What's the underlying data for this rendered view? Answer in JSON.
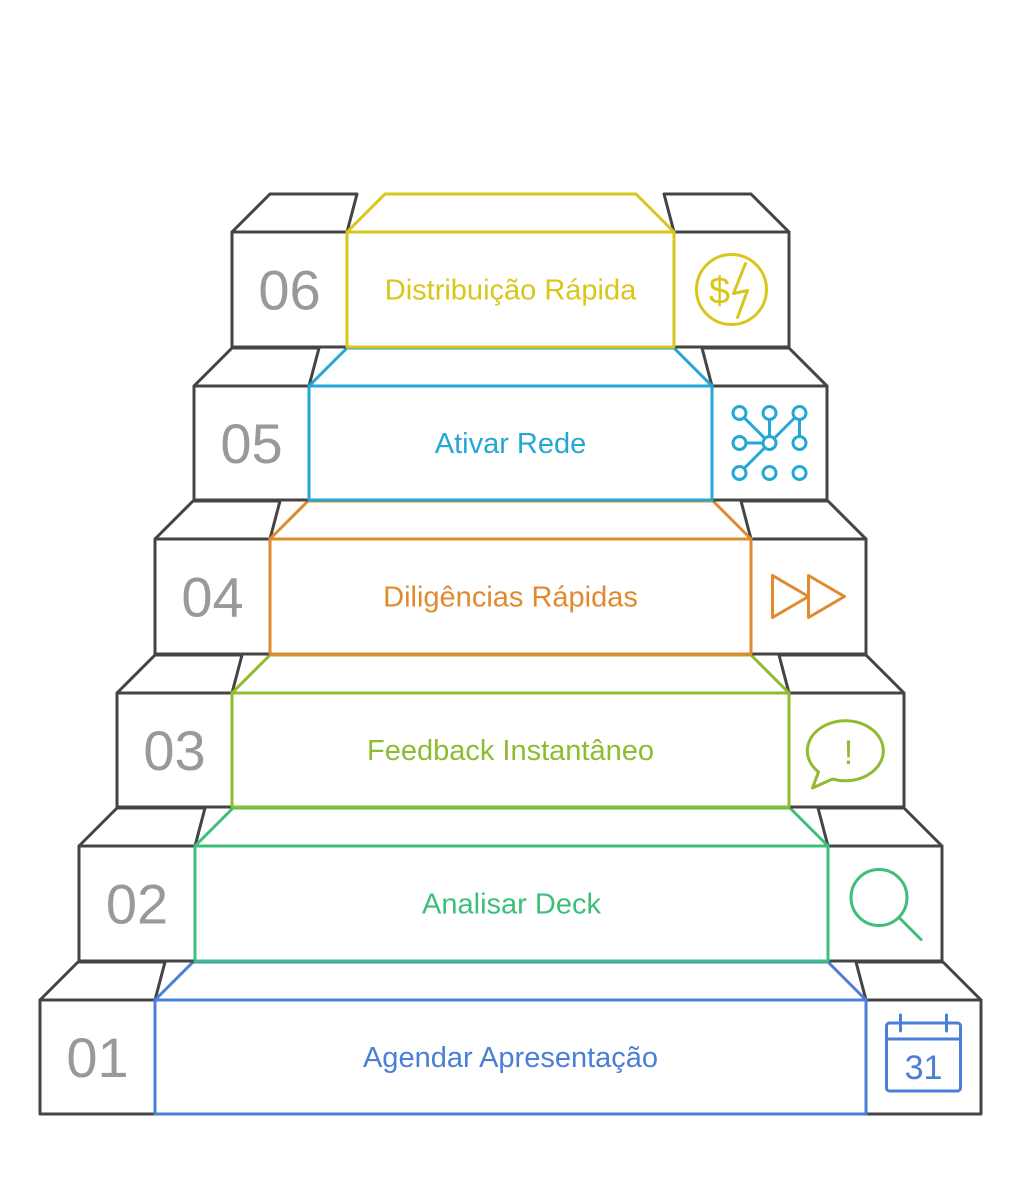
{
  "steps": [
    {
      "number": "01",
      "label": "Agendar Apresentação",
      "color": "#4a7fd8",
      "icon": "calendar-icon",
      "icon_text": "31"
    },
    {
      "number": "02",
      "label": "Analisar Deck",
      "color": "#3cbf78",
      "icon": "magnifier-icon"
    },
    {
      "number": "03",
      "label": "Feedback Instantâneo",
      "color": "#8fbb2f",
      "icon": "speech-bubble-exclamation-icon",
      "icon_text": "!"
    },
    {
      "number": "04",
      "label": "Diligências Rápidas",
      "color": "#e08a2e",
      "icon": "fast-forward-icon"
    },
    {
      "number": "05",
      "label": "Ativar Rede",
      "color": "#23a8d6",
      "icon": "network-nodes-icon"
    },
    {
      "number": "06",
      "label": "Distribuição Rápida",
      "color": "#d9c61a",
      "icon": "dollar-lightning-icon",
      "icon_text": "$"
    }
  ]
}
